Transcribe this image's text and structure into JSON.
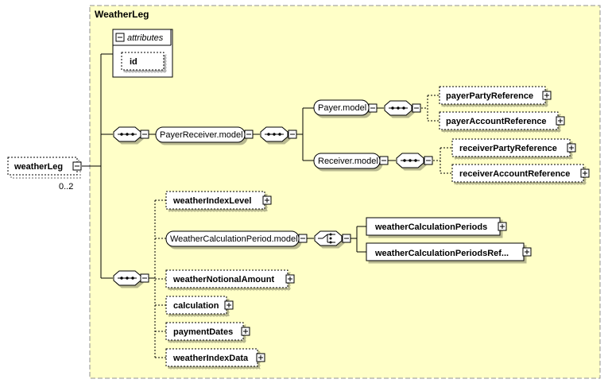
{
  "group": {
    "title": "WeatherLeg"
  },
  "attributes": {
    "label": "attributes",
    "items": [
      "id"
    ]
  },
  "root": {
    "name": "weatherLeg",
    "cardinality": "0..2"
  },
  "payer_receiver": {
    "model": "PayerReceiver.model",
    "payer": {
      "model": "Payer.model",
      "children": [
        "payerPartyReference",
        "payerAccountReference"
      ]
    },
    "receiver": {
      "model": "Receiver.model",
      "children": [
        "receiverPartyReference",
        "receiverAccountReference"
      ]
    }
  },
  "weather_calc": {
    "model": "WeatherCalculationPeriod.model",
    "children": [
      "weatherCalculationPeriods",
      "weatherCalculationPeriodsRef..."
    ]
  },
  "elements": {
    "weatherIndexLevel": "weatherIndexLevel",
    "weatherNotionalAmount": "weatherNotionalAmount",
    "calculation": "calculation",
    "paymentDates": "paymentDates",
    "weatherIndexData": "weatherIndexData"
  }
}
